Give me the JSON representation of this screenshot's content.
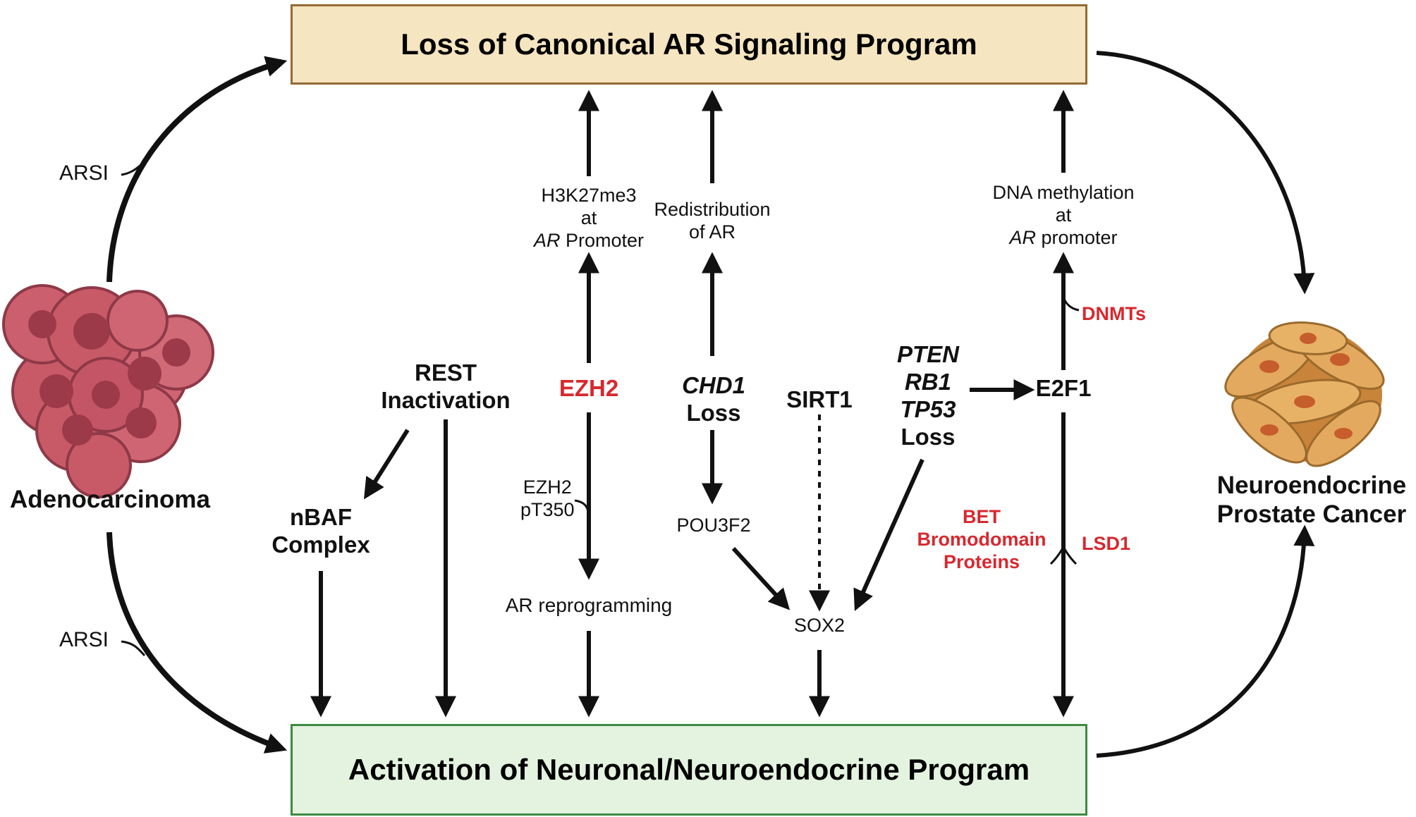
{
  "boxes": {
    "top": "Loss of Canonical AR Signaling Program",
    "bottom": "Activation of Neuronal/Neuroendocrine Program"
  },
  "endpoints": {
    "left": "Adenocarcinoma",
    "right_line1": "Neuroendocrine",
    "right_line2": "Prostate Cancer"
  },
  "arsi_top": "ARSI",
  "arsi_bottom": "ARSI",
  "rest": {
    "line1": "REST",
    "line2": "Inactivation"
  },
  "nbaf": {
    "line1": "nBAF",
    "line2": "Complex"
  },
  "ezh2": {
    "name": "EZH2",
    "h3k_line1": "H3K27me3",
    "h3k_line2": "at",
    "h3k_line3_italic": "AR",
    "h3k_line3_rest": " Promoter",
    "phospho_line1": "EZH2",
    "phospho_line2": "pT350",
    "reprogram": "AR reprogramming"
  },
  "chd1": {
    "line1_italic": "CHD1",
    "line2": "Loss",
    "redist_line1": "Redistribution",
    "redist_line2": "of AR",
    "pou3f2": "POU3F2"
  },
  "sirt1": "SIRT1",
  "sox2": "SOX2",
  "tsg": {
    "pten": "PTEN",
    "rb1": "RB1",
    "tp53": "TP53",
    "loss": "Loss"
  },
  "e2f1": {
    "name": "E2F1",
    "dnameth_line1": "DNA methylation",
    "dnameth_line2": "at",
    "dnameth_line3_italic": "AR",
    "dnameth_line3_rest": " promoter",
    "dnmts": "DNMTs",
    "lsd1": "LSD1",
    "bet_line1": "BET",
    "bet_line2": "Bromodomain",
    "bet_line3": "Proteins"
  },
  "colors": {
    "top_box_fill": "#f5e5c0",
    "top_box_border": "#946a36",
    "bottom_box_fill": "#e3f3df",
    "bottom_box_border": "#3e8a42",
    "red_text": "#d7282f",
    "adeno_cell": "#c85a68",
    "ne_cell": "#d9974a"
  }
}
